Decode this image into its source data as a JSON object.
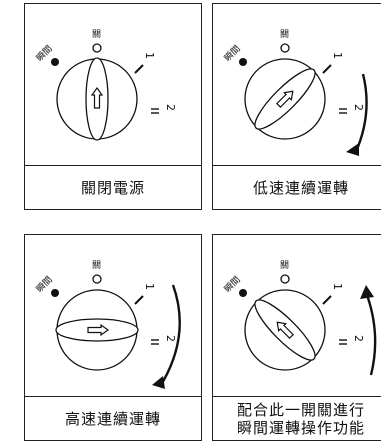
{
  "switch_labels": {
    "off": "關",
    "instant": "瞬間",
    "low": "1",
    "high": "2"
  },
  "panels": [
    {
      "caption": "關閉電源",
      "setting": "off"
    },
    {
      "caption": "低速連續運轉",
      "setting": "low"
    },
    {
      "caption": "高速連續運轉",
      "setting": "high"
    },
    {
      "caption": "配合此一開關進行\n瞬間運轉操作功能",
      "setting": "instant"
    }
  ]
}
